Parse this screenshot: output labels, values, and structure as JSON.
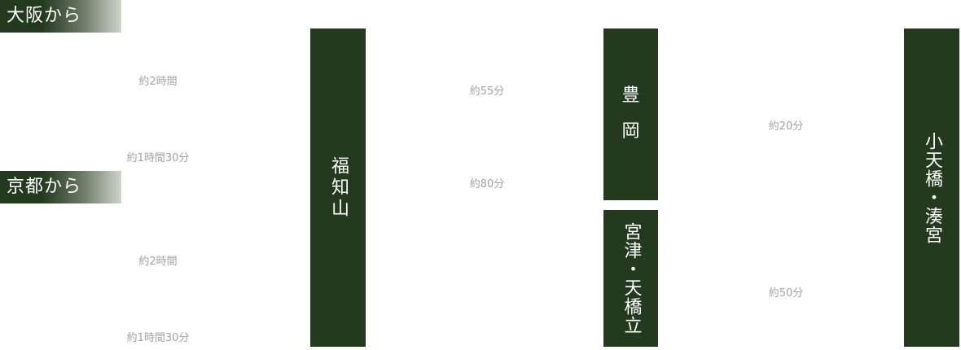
{
  "origins": [
    {
      "label": "大阪から"
    },
    {
      "label": "京都から"
    }
  ],
  "travel_times": {
    "osaka_to_fukuchiyama_1": "約2時間",
    "osaka_to_fukuchiyama_2": "約1時間30分",
    "kyoto_to_fukuchiyama_1": "約2時間",
    "kyoto_to_fukuchiyama_2": "約1時間30分",
    "fukuchiyama_to_toyooka": "約55分",
    "fukuchiyama_to_miyazu": "約80分",
    "toyooka_to_destination": "約20分",
    "miyazu_to_destination": "約50分"
  },
  "stations": {
    "fukuchiyama": "福知山",
    "toyooka_1": "豊",
    "toyooka_2": "岡",
    "miyazu": "宮津・天橋立",
    "destination": "小天橋・湊宮"
  },
  "colors": {
    "station_bg": "#243a1f",
    "time_text": "#a3a3a3"
  }
}
